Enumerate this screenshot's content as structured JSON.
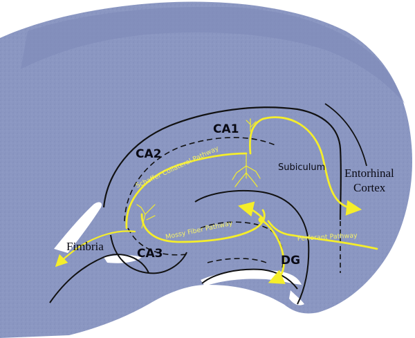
{
  "regions": {
    "ca1": "CA1",
    "ca2": "CA2",
    "ca3": "CA3",
    "dg": "DG",
    "subiculum": "Subiculum",
    "entorhinal_line1": "Entorhinal",
    "entorhinal_line2": "Cortex",
    "fimbria": "Fimbria"
  },
  "pathways": {
    "schaffer": "Schaffer Collateral Pathway",
    "mossy": "Mossy Fiber Pathway",
    "perforant": "Perforant Pathway"
  },
  "colors": {
    "tissue": "#8b97c2",
    "pathway": "#f5ee2a",
    "outline": "#111111"
  }
}
